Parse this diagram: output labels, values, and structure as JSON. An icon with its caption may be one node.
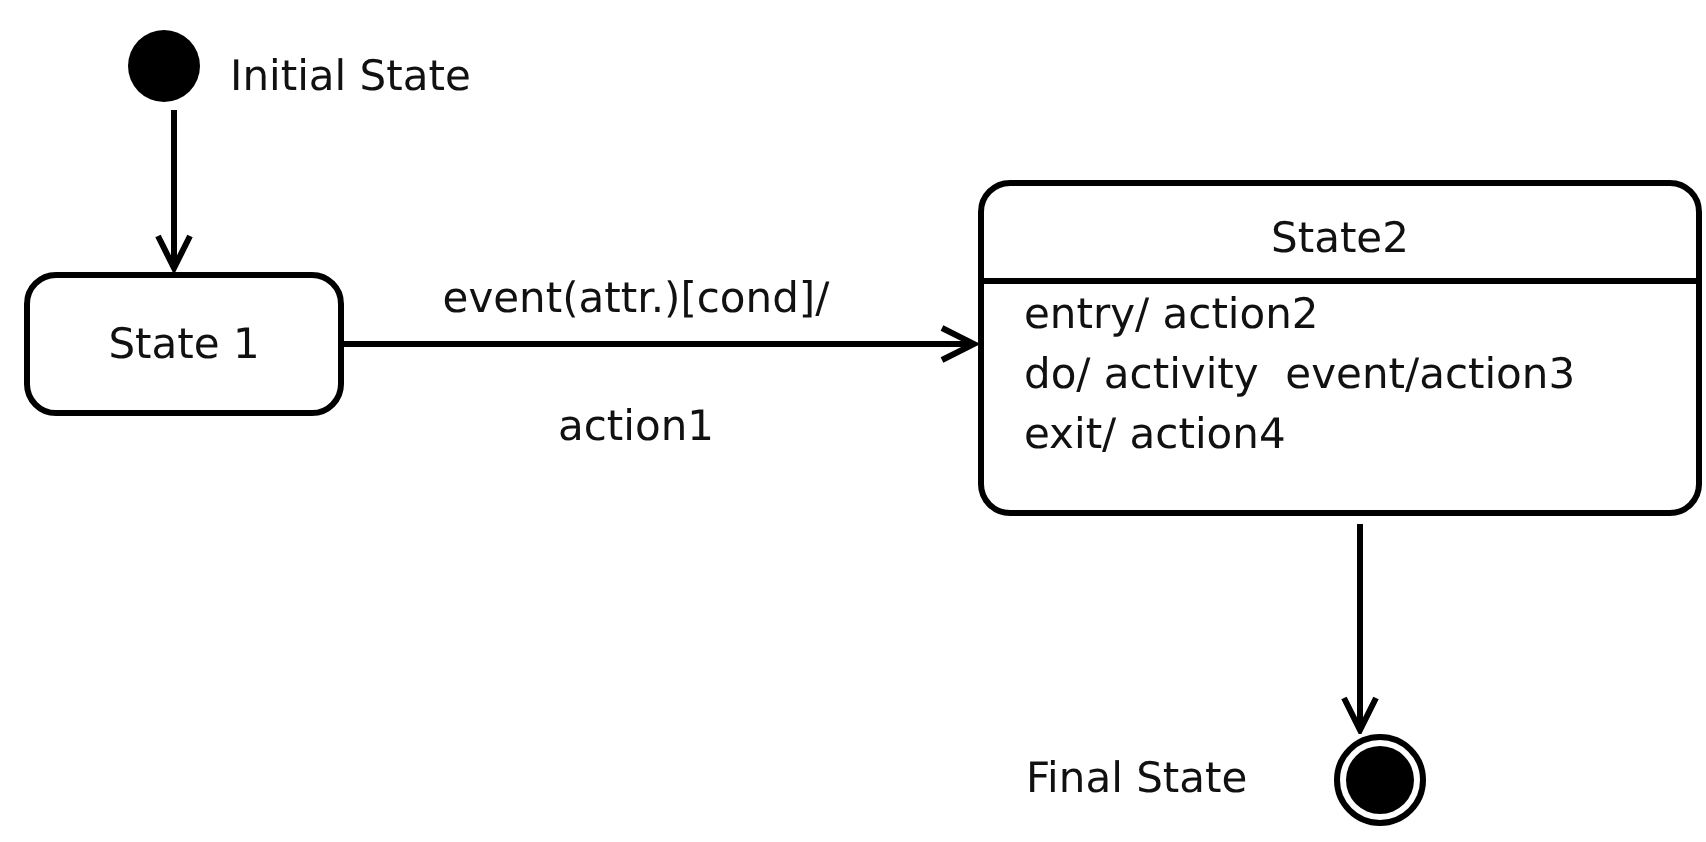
{
  "diagram": {
    "nodes": [
      {
        "text": [],
        "shape": "circle",
        "beside": [
          "Initial State"
        ]
      },
      {
        "text": [
          "State 1"
        ]
      },
      {
        "text": [
          "State2",
          "entry/ action2",
          "do/ activity  event/action3",
          "exit/ action4"
        ]
      },
      {
        "text": [],
        "shape": "circle",
        "beside": [
          "Final State"
        ]
      }
    ],
    "edges": [
      {
        "from": 0,
        "to": 1,
        "arrow": "to"
      },
      {
        "from": 1,
        "to": 2,
        "arrow": "to",
        "label": "event(attr.)[cond]/ action1"
      },
      {
        "from": 2,
        "to": 3,
        "arrow": "to"
      }
    ]
  }
}
